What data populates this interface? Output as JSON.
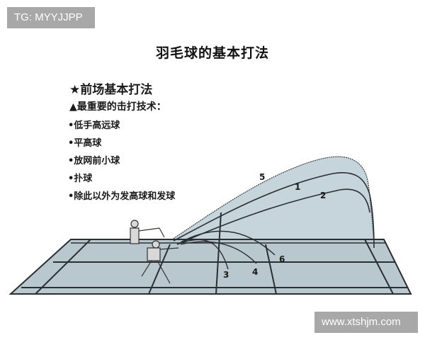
{
  "watermarks": {
    "top": "TG: MYYJJPP",
    "bottom": "www.xtshjm.com"
  },
  "title": "羽毛球的基本打法",
  "section": {
    "heading": "★前场基本打法",
    "subheading": "▲最重要的击打技术：",
    "items": [
      "•低手高远球",
      "•平高球",
      "•放网前小球",
      "•扑球",
      "•除此以外为发高球和发球"
    ]
  },
  "diagram": {
    "trajectory_labels": [
      "5",
      "1",
      "2",
      "3",
      "4",
      "6"
    ],
    "court_color": "#b9c7cf",
    "line_color": "#2a2f33",
    "trajectory_fill": "#c9d8df"
  }
}
